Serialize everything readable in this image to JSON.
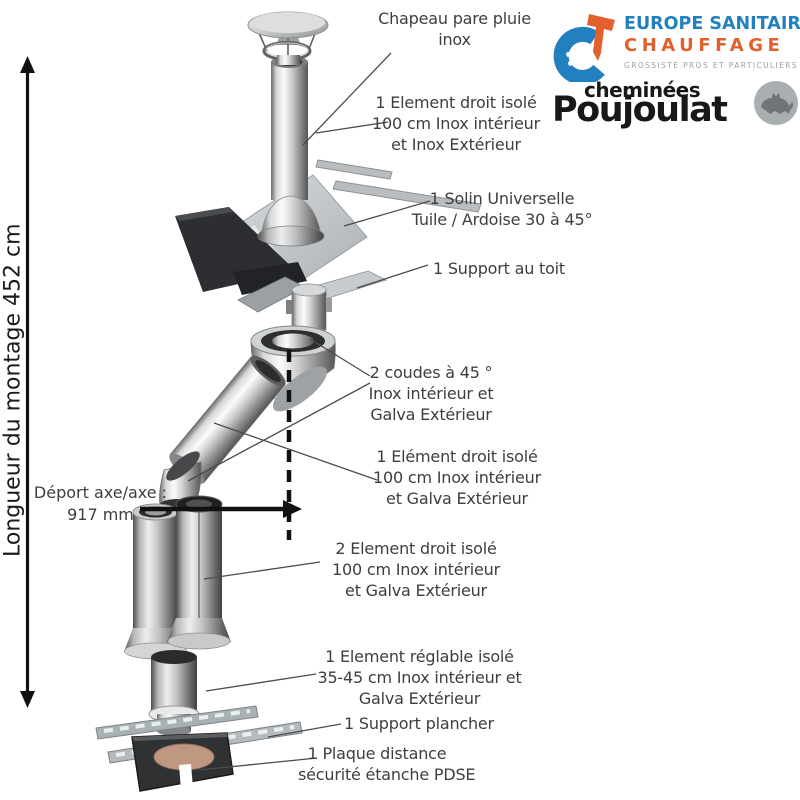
{
  "branding": {
    "esc": {
      "line1": "EUROPE SANITAIRE",
      "line2": "CHAUFFAGE",
      "line3": "GROSSISTE PROS ET PARTICULIERS",
      "logo_icon": "esc-crescent-wrench-mark"
    },
    "poujoulat": {
      "line1": "cheminées",
      "line2": "Poujoulat",
      "logo_icon": "poujoulat-cat-badge"
    },
    "colors": {
      "esc_blue": "#2380bf",
      "esc_orange": "#e2602c",
      "esc_gray": "#9aa0a3",
      "pj_black": "#17181a",
      "text_ink": "#3e3e3e",
      "arrow_black": "#111111"
    }
  },
  "measurements": {
    "total_length": "Longueur du montage  452 cm",
    "offset_line1": "Déport axe/axe :",
    "offset_line2": "917 mm"
  },
  "labels": {
    "chapeau": {
      "l1": "Chapeau pare pluie",
      "l2": "inox"
    },
    "element_inox": {
      "l1": "1 Element droit isolé",
      "l2": "100 cm Inox intérieur",
      "l3": "et Inox Extérieur"
    },
    "solin": {
      "l1": "1 Solin Universelle",
      "l2": "Tuile / Ardoise 30 à 45°"
    },
    "support_toit": {
      "l1": "1 Support au toit"
    },
    "coudes": {
      "l1": "2 coudes à 45 °",
      "l2": "Inox intérieur et",
      "l3": "Galva Extérieur"
    },
    "element_galva": {
      "l1": "1 Elément droit isolé",
      "l2": "100 cm Inox intérieur",
      "l3": "et Galva Extérieur"
    },
    "element2_galva": {
      "l1": "2 Element droit isolé",
      "l2": "100 cm Inox intérieur",
      "l3": "et Galva Extérieur"
    },
    "reglable": {
      "l1": "1 Element réglable isolé",
      "l2": "35-45 cm Inox intérieur et",
      "l3": "Galva Extérieur"
    },
    "support_plancher": {
      "l1": "1 Support plancher"
    },
    "plaque": {
      "l1": "1 Plaque distance",
      "l2": "sécurité étanche PDSE"
    }
  }
}
